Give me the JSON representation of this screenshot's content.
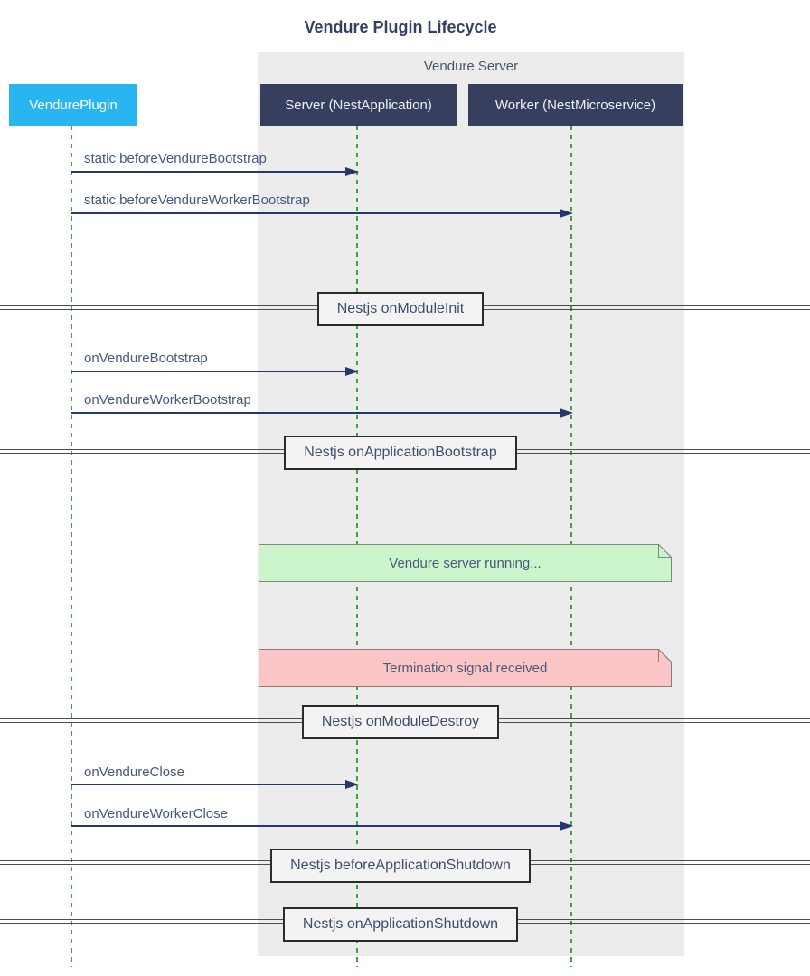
{
  "title": "Vendure Plugin Lifecycle",
  "group": {
    "label": "Vendure Server"
  },
  "actors": [
    {
      "label": "VendurePlugin",
      "color": "#29b5f2"
    },
    {
      "label": "Server (NestApplication)",
      "color": "#373f5f"
    },
    {
      "label": "Worker (NestMicroservice)",
      "color": "#373f5f"
    }
  ],
  "messages": [
    {
      "label": "static beforeVendureBootstrap",
      "from": "VendurePlugin",
      "to": "Server (NestApplication)"
    },
    {
      "label": "static beforeVendureWorkerBootstrap",
      "from": "VendurePlugin",
      "to": "Worker (NestMicroservice)"
    },
    {
      "label": "onVendureBootstrap",
      "from": "VendurePlugin",
      "to": "Server (NestApplication)"
    },
    {
      "label": "onVendureWorkerBootstrap",
      "from": "VendurePlugin",
      "to": "Worker (NestMicroservice)"
    },
    {
      "label": "onVendureClose",
      "from": "VendurePlugin",
      "to": "Server (NestApplication)"
    },
    {
      "label": "onVendureWorkerClose",
      "from": "VendurePlugin",
      "to": "Worker (NestMicroservice)"
    }
  ],
  "dividers": [
    {
      "label": "Nestjs onModuleInit"
    },
    {
      "label": "Nestjs onApplicationBootstrap"
    },
    {
      "label": "Nestjs onModuleDestroy"
    },
    {
      "label": "Nestjs beforeApplicationShutdown"
    },
    {
      "label": "Nestjs onApplicationShutdown"
    }
  ],
  "notes": [
    {
      "label": "Vendure server running...",
      "color": "#ccf5cc"
    },
    {
      "label": "Termination signal received",
      "color": "#fcc6c6"
    }
  ],
  "colors": {
    "arrow": "#24386b",
    "lifeline": "#3da33d",
    "group_background": "#ececec",
    "title_text": "#363f63",
    "message_text": "#47577d",
    "note_green": "#ccf5cc",
    "note_pink": "#fcc6c6"
  }
}
